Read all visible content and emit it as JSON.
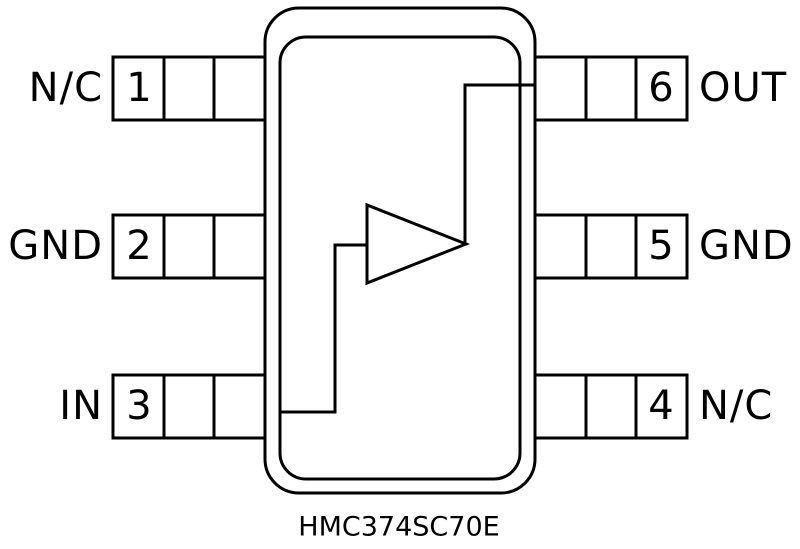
{
  "diagram": {
    "title": "HMC374SC70E pinout package diagram",
    "part_caption": "HMC374SC70E",
    "package_style": "SC70 6-lead",
    "colors": {
      "line": "#000000",
      "background": "#ffffff",
      "fill": "#ffffff"
    },
    "symbol": {
      "name": "amplifier-triangle",
      "description": "amplifier gain block triangle pointing right"
    },
    "pins_left": [
      {
        "number": "1",
        "label": "N/C",
        "function": "no-connect"
      },
      {
        "number": "2",
        "label": "GND",
        "function": "ground"
      },
      {
        "number": "3",
        "label": "IN",
        "function": "rf-input"
      }
    ],
    "pins_right": [
      {
        "number": "6",
        "label": "OUT",
        "function": "rf-output"
      },
      {
        "number": "5",
        "label": "GND",
        "function": "ground"
      },
      {
        "number": "4",
        "label": "N/C",
        "function": "no-connect"
      }
    ]
  }
}
